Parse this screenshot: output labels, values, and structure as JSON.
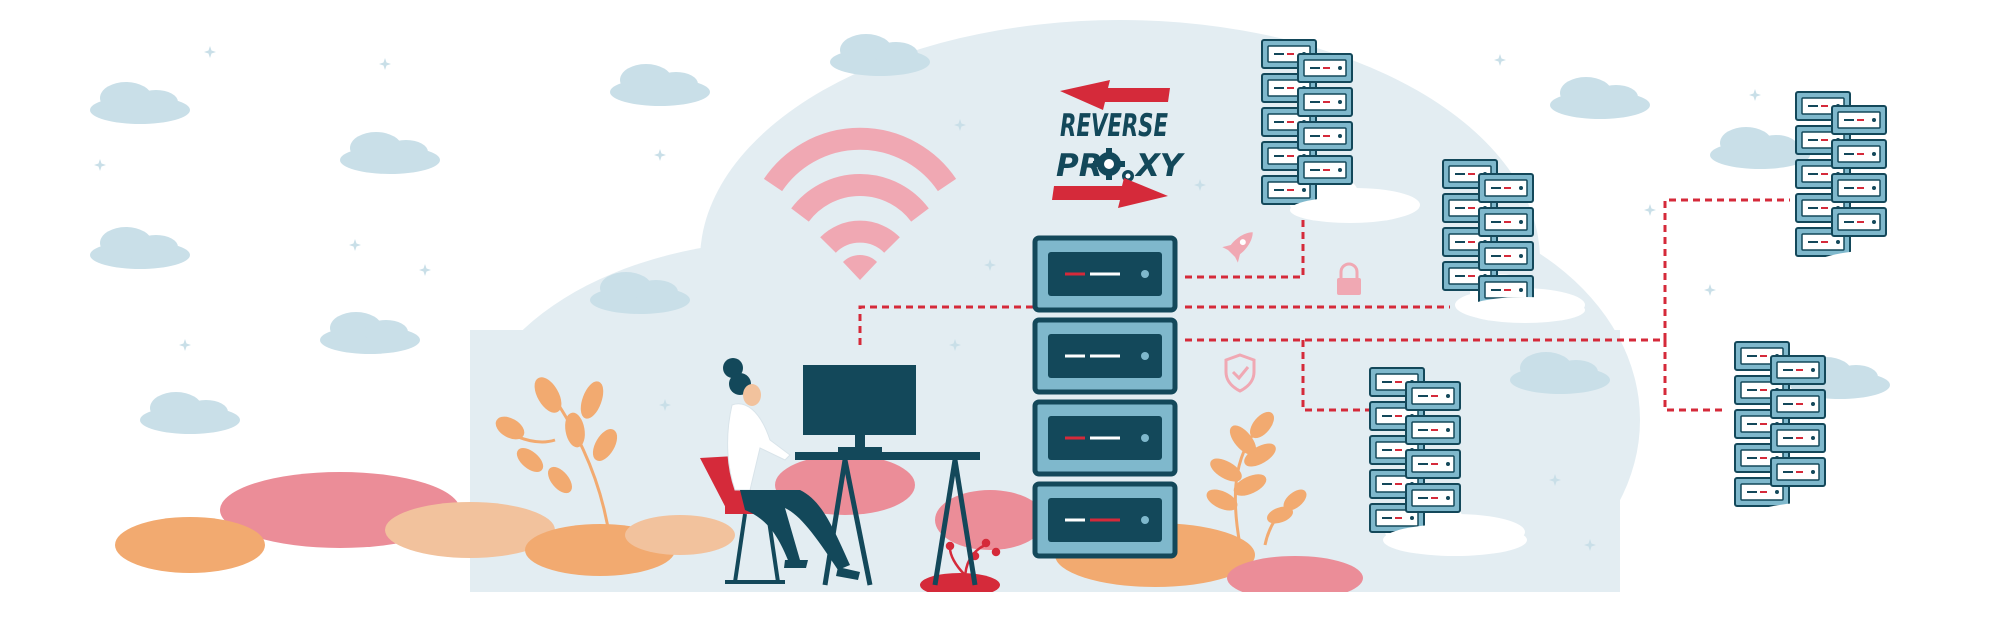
{
  "logo": {
    "line1": "REVERSE",
    "line2_left": "PR",
    "line2_right": "XY"
  },
  "colors": {
    "background": "#ffffff",
    "cloud_big": "#e3edf2",
    "cloud_blue": "#c9dfe8",
    "accent_red": "#d52a3a",
    "navy": "#13485a",
    "server_teal": "#7fb8cc",
    "wifi_pink": "#f0a8b3",
    "plant_orange": "#f2aa70",
    "mound_pink": "#eb8d98"
  },
  "icons": [
    "wifi-icon",
    "rocket-icon",
    "padlock-icon",
    "shield-check-icon",
    "gear-icon",
    "arrow-right-icon",
    "arrow-left-icon"
  ]
}
